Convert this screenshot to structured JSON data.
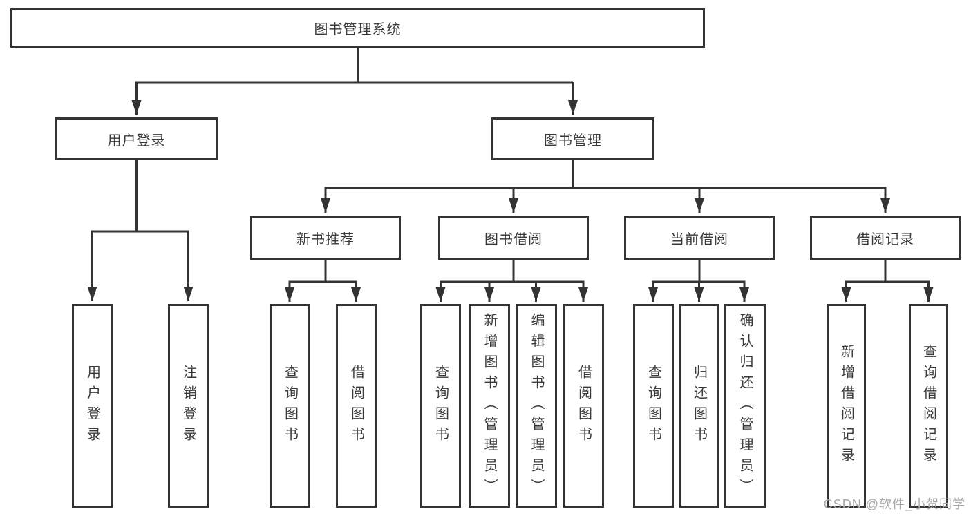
{
  "diagram": {
    "root": {
      "label": "图书管理系统"
    },
    "level2": {
      "user_login": {
        "label": "用户登录"
      },
      "book_management": {
        "label": "图书管理"
      }
    },
    "level3": {
      "new_book_recommend": {
        "label": "新书推荐"
      },
      "book_borrow": {
        "label": "图书借阅"
      },
      "current_borrow": {
        "label": "当前借阅"
      },
      "borrow_records": {
        "label": "借阅记录"
      }
    },
    "leaves": {
      "user_login": [
        "用户登录",
        "注销登录"
      ],
      "new_book_recommend": [
        "查询图书",
        "借阅图书"
      ],
      "book_borrow": [
        "查询图书",
        "新增图书（管理员）",
        "编辑图书（管理员）",
        "借阅图书"
      ],
      "current_borrow": [
        "查询图书",
        "归还图书",
        "确认归还（管理员）"
      ],
      "borrow_records": [
        "新增借阅记录",
        "查询借阅记录"
      ]
    }
  },
  "watermark": "CSDN @软件_小贺同学",
  "colors": {
    "line": "#333333",
    "text": "#3a3a3a",
    "background": "#ffffff",
    "watermark": "#a9a9a9"
  }
}
